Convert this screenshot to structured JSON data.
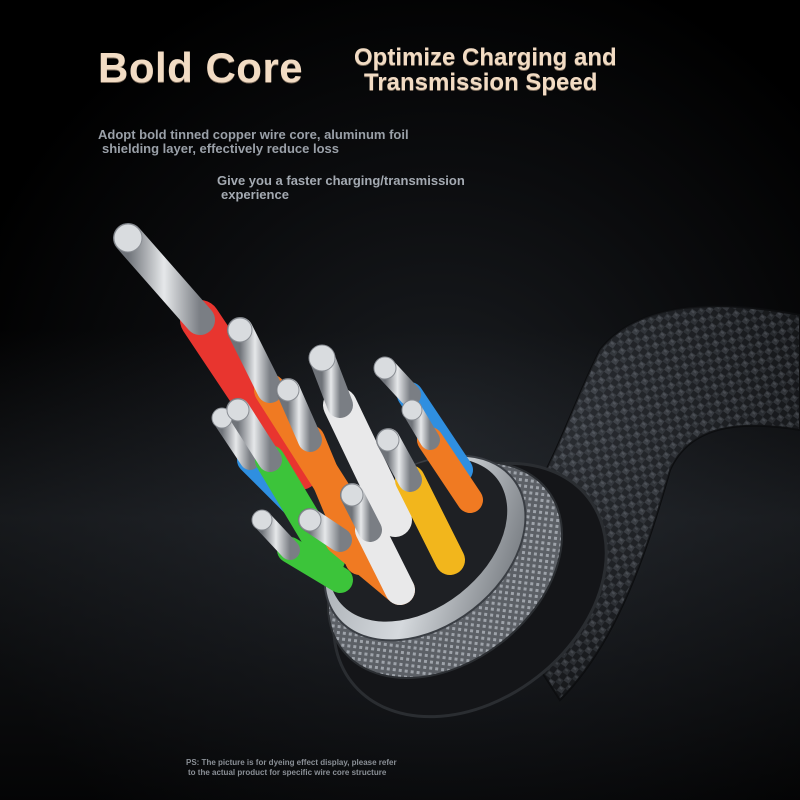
{
  "headline": {
    "title": "Bold Core",
    "subtitle_line1": "Optimize Charging and",
    "subtitle_line2": "Transmission Speed"
  },
  "description": {
    "line1": "Adopt bold tinned copper wire core, aluminum foil",
    "line2": "shielding layer, effectively reduce loss",
    "line3": "Give you a faster charging/transmission",
    "line4": "experience"
  },
  "footnote": {
    "line1": "PS: The picture is for dyeing effect display, please refer",
    "line2": "to the actual product for specific wire core structure"
  },
  "colors": {
    "title_text": "#f2dcc4",
    "red_wire": "#e8352f",
    "green_wire": "#3cc43a",
    "orange_wire": "#f07a22",
    "blue_wire": "#2f8fe0",
    "yellow_wire": "#f2b61c",
    "white_wire": "#e9e9ea",
    "braid": "#2a2d31"
  }
}
